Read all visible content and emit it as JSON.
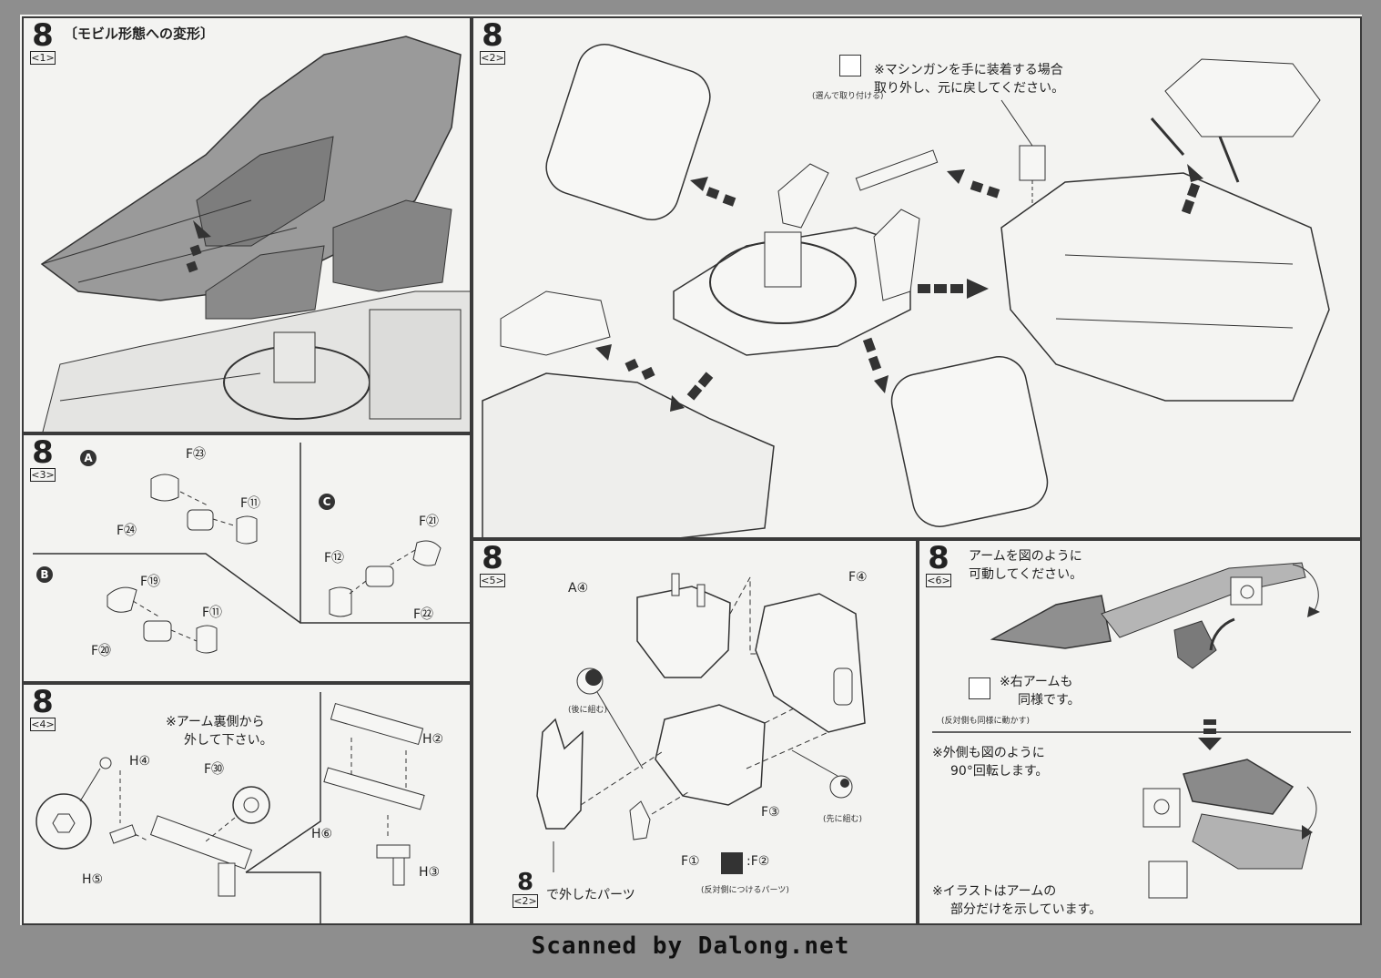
{
  "panels": {
    "p1": {
      "step": "8",
      "sub": "<1>",
      "title": "〔モビル形態への変形〕"
    },
    "p2": {
      "step": "8",
      "sub": "<2>",
      "note_line1": "※マシンガンを手に装着する場合",
      "note_line2": "取り外し、元に戻してください。",
      "icon_caption": "(選んで取り付ける)"
    },
    "p3": {
      "step": "8",
      "sub": "<3>",
      "groups": [
        "A",
        "B",
        "C"
      ],
      "a_labels": [
        "F㉓",
        "F⑪",
        "F㉔"
      ],
      "b_labels": [
        "F⑲",
        "F⑪",
        "F⑳"
      ],
      "c_labels": [
        "F㉑",
        "F⑫",
        "F㉒"
      ]
    },
    "p4": {
      "step": "8",
      "sub": "<4>",
      "note_line1": "※アーム裏側から",
      "note_line2": "外して下さい。",
      "labels": [
        "H④",
        "F㉚",
        "H⑤",
        "H②",
        "H⑥",
        "H③"
      ]
    },
    "p5": {
      "step": "8",
      "sub": "<5>",
      "labels": [
        "A④",
        "F④",
        "F③",
        "F①",
        ":F②"
      ],
      "cap_after": "(後に組む)",
      "cap_before": "(先に組む)",
      "cap_opposite": "(反対側につけるパーツ)",
      "ref_step": "8",
      "ref_sub": "<2>",
      "ref_text": "で外したパーツ"
    },
    "p6": {
      "step": "8",
      "sub": "<6>",
      "note_line1": "アームを図のように",
      "note_line2": "可動してください。",
      "right_arm_1": "※右アームも",
      "right_arm_2": "同様です。",
      "right_arm_cap": "(反対側も同様に動かす)",
      "outer_1": "※外側も図のように",
      "outer_2": "90°回転します。",
      "illus_1": "※イラストはアームの",
      "illus_2": "部分だけを示しています。"
    }
  },
  "footer": "Scanned by Dalong.net"
}
